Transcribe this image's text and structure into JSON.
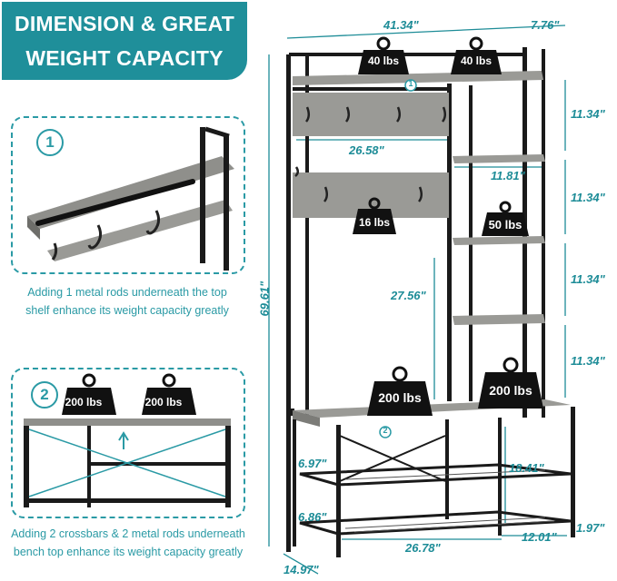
{
  "banner": {
    "line1": "DIMENSION & GREAT",
    "line2": "WEIGHT CAPACITY"
  },
  "panel1": {
    "number": "1",
    "caption_line1": "Adding 1 metal rods underneath the top",
    "caption_line2": "shelf enhance its weight capacity greatly"
  },
  "panel2": {
    "number": "2",
    "caption_line1": "Adding 2 crossbars & 2 metal rods underneath",
    "caption_line2": "bench top enhance its weight capacity greatly",
    "weight_left": "200 lbs",
    "weight_right": "200 lbs"
  },
  "dimensions": {
    "width_total": "41.34\"",
    "depth_top": "7.76\"",
    "height_total": "69.61\"",
    "shelf_gap_1": "11.34\"",
    "shelf_gap_2": "11.34\"",
    "shelf_gap_3": "11.34\"",
    "shelf_gap_4": "11.34\"",
    "hook_panel_width": "26.58\"",
    "shelf_width": "11.81\"",
    "hanging_height": "27.56\"",
    "shoe_gap_1": "6.97\"",
    "shoe_gap_2": "6.86\"",
    "bench_height": "18.41\"",
    "bench_width": "26.78\"",
    "side_width": "12.01\"",
    "foot_height": "1.97\"",
    "depth_bottom": "14.97\""
  },
  "weights": {
    "top_left": "40 lbs",
    "top_right": "40 lbs",
    "hooks": "16 lbs",
    "shelf": "50 lbs",
    "bench_left": "200 lbs",
    "bench_right": "200 lbs"
  },
  "markers": {
    "top": "1",
    "bench": "2"
  },
  "colors": {
    "accent": "#1f8f9a",
    "frame": "#1a1a1a",
    "wood": "#9a9a96"
  }
}
